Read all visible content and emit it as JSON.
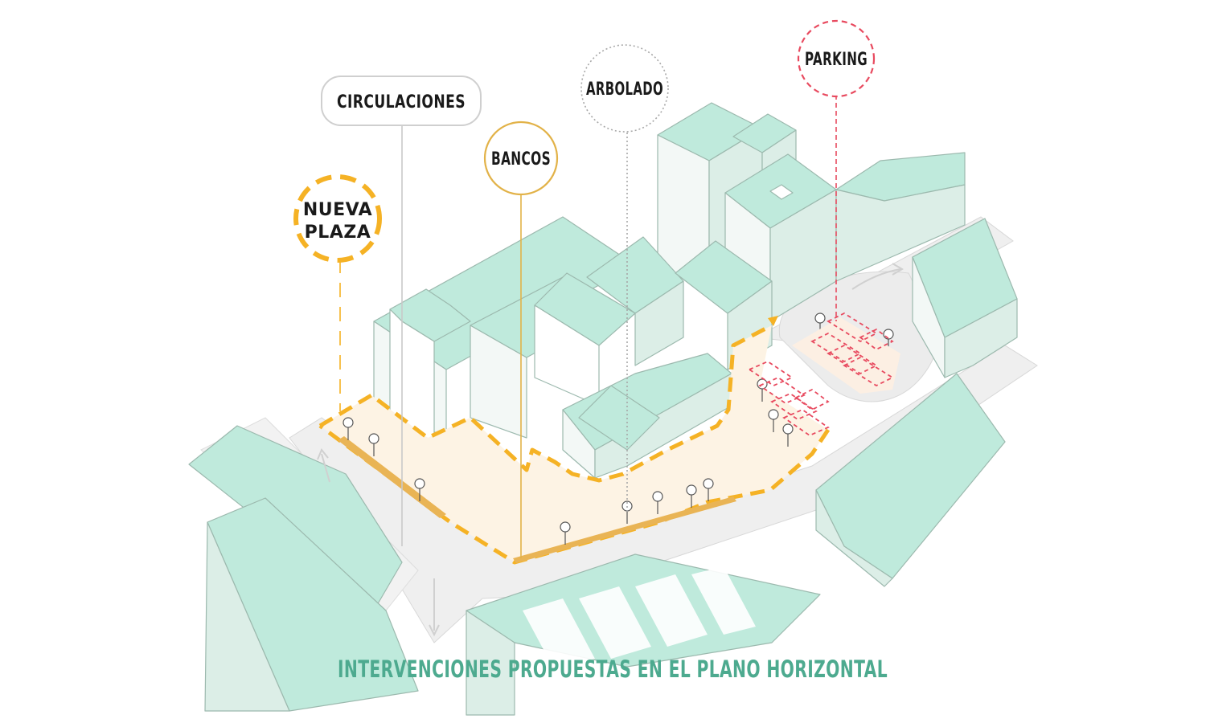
{
  "labels": {
    "nueva_plaza_line1": "NUEVA",
    "nueva_plaza_line2": "PLAZA",
    "circulaciones": "CIRCULACIONES",
    "bancos": "BANCOS",
    "arbolado": "ARBOLADO",
    "parking": "PARKING"
  },
  "caption": "INTERVENCIONES PROPUESTAS EN EL PLANO HORIZONTAL",
  "colors": {
    "building_roof": "#bfeadc",
    "building_side": "#dceee7",
    "building_face": "#f3f8f6",
    "plaza_fill": "#fdf3e4",
    "plaza_outline": "#f5b225",
    "bench": "#e9b455",
    "bancos_line": "#e2b248",
    "parking": "#e84a5f",
    "parking_fill": "#fcefe3",
    "circulation_line": "#c9c9c9",
    "road": "#eeeeee",
    "caption_text": "#4daa8f",
    "label_text": "#1a1a1a"
  }
}
